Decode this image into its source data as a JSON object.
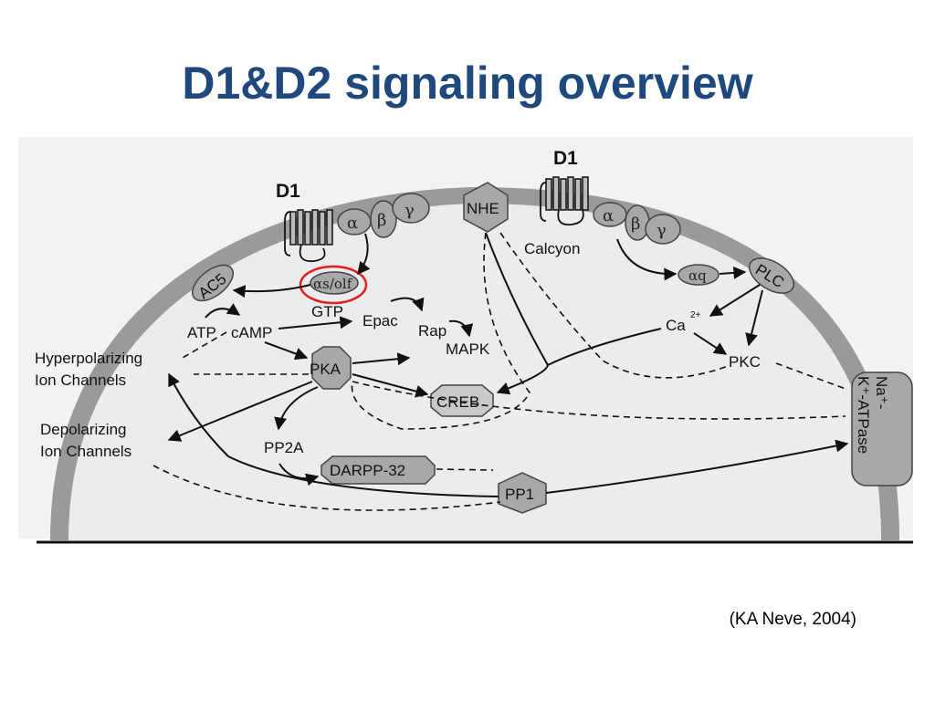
{
  "slide": {
    "title": "D1&D2 signaling overview",
    "citation": "(KA Neve, 2004)"
  },
  "diagram": {
    "receptors": [
      "D1",
      "D1"
    ],
    "g_protein_left": {
      "alpha": "α",
      "beta": "β",
      "gamma": "γ",
      "active_alpha": "αs/olf",
      "gtp": "GTP"
    },
    "g_protein_right": {
      "alpha": "α",
      "beta": "β",
      "gamma": "γ",
      "alpha_q": "αq"
    },
    "nodes": {
      "ac5": "AC5",
      "nhe": "NHE",
      "calcyon": "Calcyon",
      "plc": "PLC",
      "atp": "ATP",
      "camp": "cAMP",
      "epac": "Epac",
      "rap": "Rap",
      "mapk": "MAPK",
      "ca": "Ca",
      "ca_sup": "2+",
      "pkc": "PKC",
      "pka": "PKA",
      "creb": "CREB",
      "pp2a": "PP2A",
      "darpp32": "DARPP-32",
      "pp1": "PP1",
      "hyper_1": "Hyperpolarizing",
      "hyper_2": "Ion Channels",
      "depol_1": "Depolarizing",
      "depol_2": "Ion Channels",
      "na_k_1": "Na⁺-",
      "na_k_2": "K⁺-ATPase"
    },
    "highlight_color": "#e02020",
    "membrane_color": "#9a9a9a",
    "cytoplasm_color": "#ececec"
  }
}
